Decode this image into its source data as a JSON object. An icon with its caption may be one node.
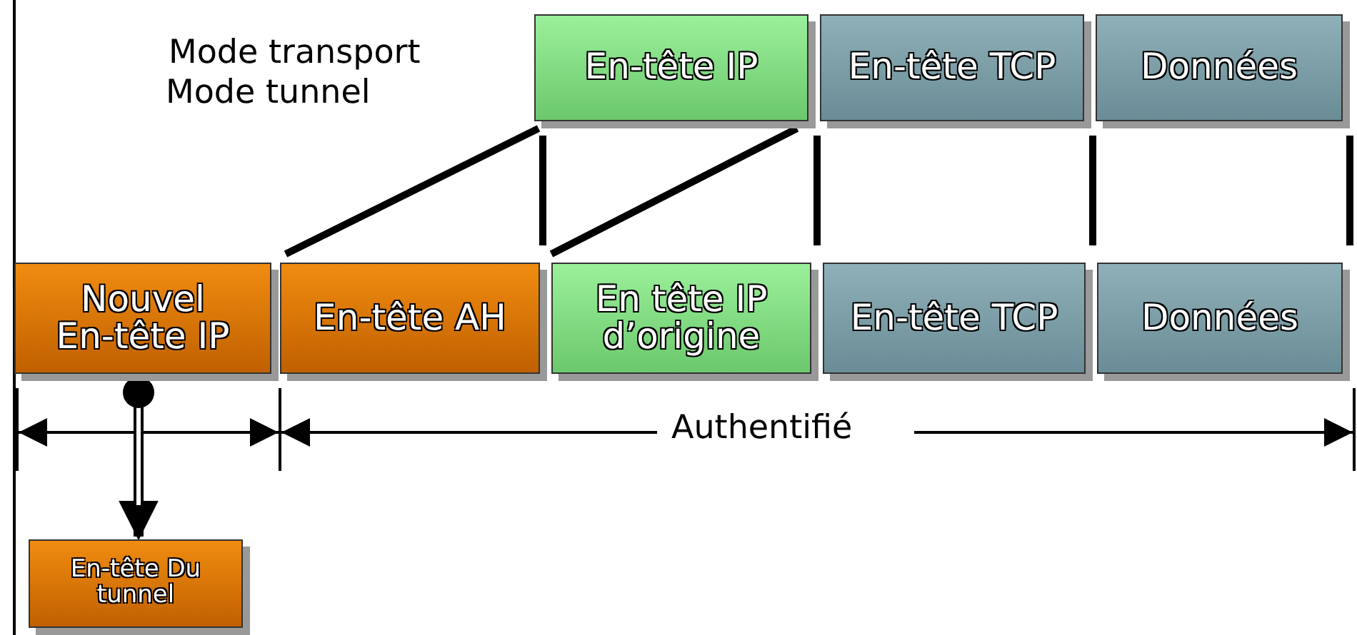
{
  "diagram": {
    "nodes": [
      {
        "text": [
          "En-tête IP"
        ]
      },
      {
        "text": [
          "En-tête TCP"
        ]
      },
      {
        "text": [
          "Données"
        ]
      },
      {
        "text": [
          "Nouvel En-tête IP"
        ]
      },
      {
        "text": [
          "En-tête AH"
        ]
      },
      {
        "text": [
          "En tête IP d’origine"
        ]
      },
      {
        "text": [
          "En-tête TCP"
        ]
      },
      {
        "text": [
          "Données"
        ]
      },
      {
        "text": [
          "En-tête Du tunnel"
        ]
      }
    ],
    "edges": [
      {
        "from": 3,
        "to": 8,
        "arrow": "to"
      }
    ],
    "labels": [
      "Mode transport",
      "Mode tunnel",
      "Authentifié"
    ]
  }
}
